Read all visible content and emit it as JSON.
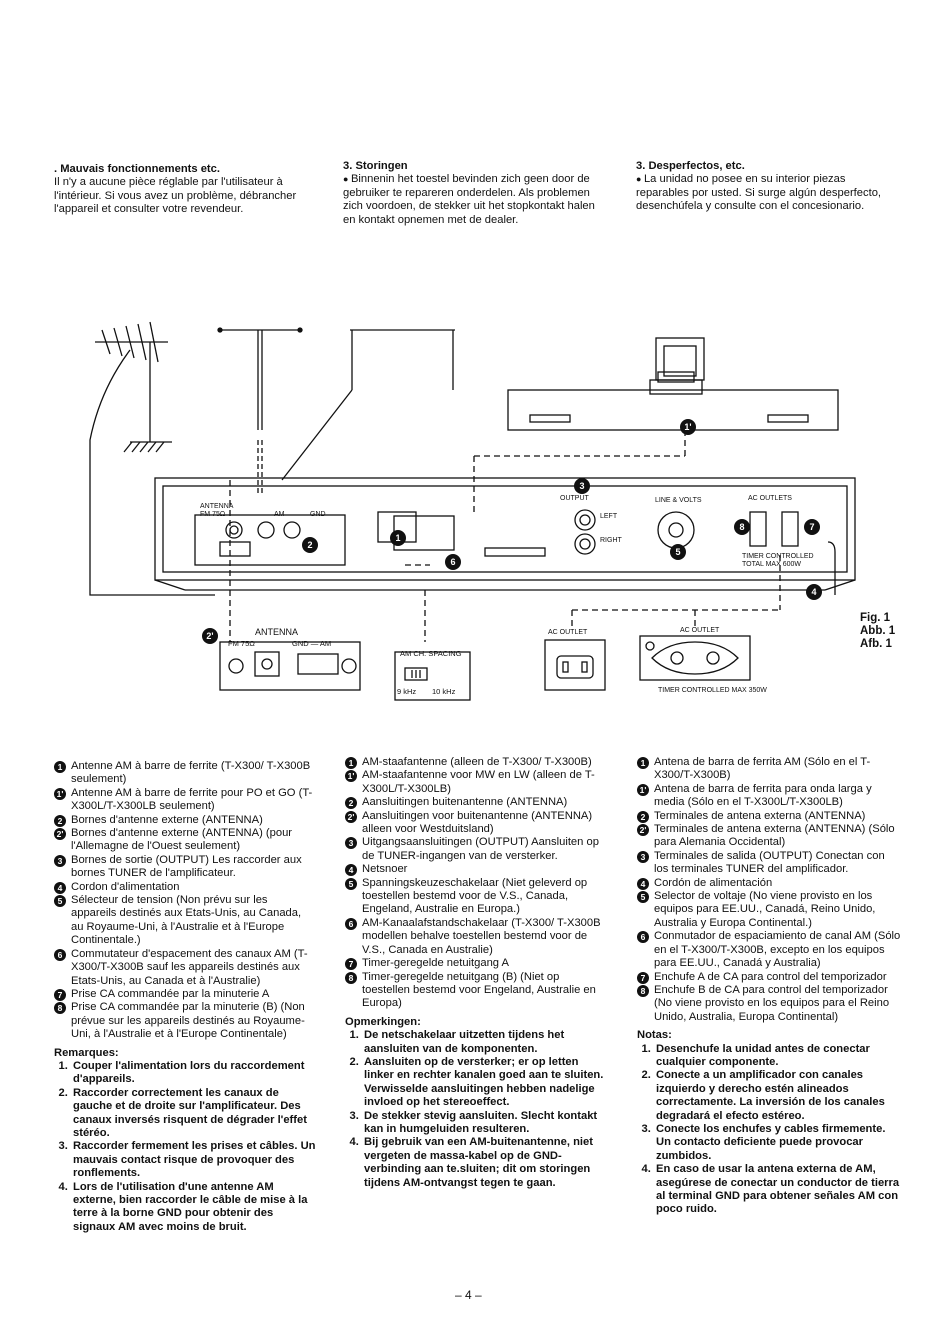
{
  "top": {
    "fr": {
      "title": "Mauvais fonctionnements etc.",
      "body": "Il n'y a aucune pièce réglable par l'utilisateur à l'intérieur. Si vous avez un problème, débrancher l'appareil et consulter votre revendeur."
    },
    "nl": {
      "title": "3. Storingen",
      "body": "Binnenin het toestel bevinden zich geen door de gebruiker te repareren onderdelen. Als problemen zich voordoen, de stekker uit het stopkontakt halen en kontakt opnemen met de dealer."
    },
    "es": {
      "title": "3. Desperfectos, etc.",
      "body": "La unidad no posee en su interior piezas reparables por usted. Si surge algún desperfecto, desenchúfela y consulte con el concesionario."
    }
  },
  "figure": {
    "labels": [
      "Fig. 1",
      "Abb. 1",
      "Afb. 1"
    ],
    "antenna": "ANTENNA",
    "fm": "FM 75Ω",
    "gnd_am": "GND — AM",
    "am": "AM",
    "gnd": "GND",
    "output": "OUTPUT",
    "left": "LEFT",
    "right": "RIGHT",
    "line_volts": "LINE & VOLTS",
    "ac_outlets": "AC OUTLETS",
    "timer_controlled": "TIMER CONTROLLED",
    "total_max": "TOTAL MAX 600W",
    "am_ch_spacing": "AM CH. SPACING",
    "khz9": "9 kHz",
    "khz10": "10 kHz",
    "ac_outlet": "AC OUTLET",
    "timer_max": "TIMER CONTROLLED MAX 350W",
    "n1": "1",
    "n1p": "1'",
    "n2": "2",
    "n2p": "2'",
    "n3": "3",
    "n4": "4",
    "n5": "5",
    "n6": "6",
    "n7": "7",
    "n8": "8"
  },
  "fr": {
    "items": [
      {
        "n": "1",
        "text": "Antenne AM à barre de ferrite (T-X300/ T-X300B seulement)"
      },
      {
        "n": "1'",
        "text": "Antenne AM à barre de ferrite pour PO et GO (T-X300L/T-X300LB seulement)"
      },
      {
        "n": "2",
        "text": "Bornes d'antenne externe (ANTENNA)"
      },
      {
        "n": "2'",
        "text": "Bornes d'antenne externe (ANTENNA) (pour l'Allemagne de l'Ouest seulement)"
      },
      {
        "n": "3",
        "text": "Bornes de sortie (OUTPUT) Les raccorder aux bornes TUNER de l'amplificateur."
      },
      {
        "n": "4",
        "text": "Cordon d'alimentation"
      },
      {
        "n": "5",
        "text": "Sélecteur de tension (Non prévu sur les appareils destinés aux Etats-Unis, au Canada, au Royaume-Uni, à l'Australie et à l'Europe Continentale.)"
      },
      {
        "n": "6",
        "text": "Commutateur d'espacement des canaux AM (T-X300/T-X300B sauf les appareils destinés aux Etats-Unis, au Canada et à l'Australie)"
      },
      {
        "n": "7",
        "text": "Prise CA commandée par la minuterie A"
      },
      {
        "n": "8",
        "text": "Prise CA commandée par la minuterie (B) (Non prévue sur les appareils destinés au Royaume-Uni, à l'Australie et à l'Europe Continentale)"
      }
    ],
    "remarks_title": "Remarques:",
    "remarks": [
      "Couper l'alimentation lors du raccordement d'appareils.",
      "Raccorder correctement les canaux de gauche et de droite sur l'amplificateur. Des canaux inversés risquent de dégrader l'effet stéréo.",
      "Raccorder fermement les prises et câbles. Un mauvais contact risque de provoquer des ronflements.",
      "Lors de l'utilisation d'une antenne AM externe, bien raccorder le câble de mise à la terre à la borne GND pour obtenir des signaux AM avec moins de bruit."
    ]
  },
  "nl": {
    "items": [
      {
        "n": "1",
        "text": "AM-staafantenne (alleen de T-X300/ T-X300B)"
      },
      {
        "n": "1'",
        "text": "AM-staafantenne voor MW en LW (alleen de T-X300L/T-X300LB)"
      },
      {
        "n": "2",
        "text": "Aansluitingen buitenantenne (ANTENNA)"
      },
      {
        "n": "2'",
        "text": "Aansluitingen voor buitenantenne (ANTENNA) alleen voor Westduitsland)"
      },
      {
        "n": "3",
        "text": "Uitgangsaansluitingen (OUTPUT) Aansluiten op de TUNER-ingangen van de versterker."
      },
      {
        "n": "4",
        "text": "Netsnoer"
      },
      {
        "n": "5",
        "text": "Spanningskeuzeschakelaar (Niet geleverd op toestellen bestemd voor de V.S., Canada, Engeland, Australie en Europa.)"
      },
      {
        "n": "6",
        "text": "AM-Kanaalafstandschakelaar (T-X300/ T-X300B modellen behalve toestellen bestemd voor de V.S., Canada en Australie)"
      },
      {
        "n": "7",
        "text": "Timer-geregelde netuitgang A"
      },
      {
        "n": "8",
        "text": "Timer-geregelde netuitgang (B) (Niet op toestellen bestemd voor Engeland, Australie en Europa)"
      }
    ],
    "remarks_title": "Opmerkingen:",
    "remarks": [
      "De netschakelaar uitzetten tijdens het aansluiten van de komponenten.",
      "Aansluiten op de versterker; er op letten linker en rechter kanalen goed aan te sluiten. Verwisselde aansluitingen hebben nadelige invloed op het stereoeffect.",
      "De stekker stevig aansluiten. Slecht kontakt kan in humgeluiden resulteren.",
      "Bij gebruik van een AM-buitenantenne, niet vergeten de massa-kabel op de GND-verbinding aan te.sluiten; dit om storingen tijdens AM-ontvangst tegen te gaan."
    ]
  },
  "es": {
    "items": [
      {
        "n": "1",
        "text": "Antena de barra de ferrita AM (Sólo en el T-X300/T-X300B)"
      },
      {
        "n": "1'",
        "text": "Antena de barra de ferrita para onda larga y media (Sólo en el T-X300L/T-X300LB)"
      },
      {
        "n": "2",
        "text": "Terminales de antena externa (ANTENNA)"
      },
      {
        "n": "2'",
        "text": "Terminales de antena externa (ANTENNA) (Sólo para Alemania Occidental)"
      },
      {
        "n": "3",
        "text": "Terminales de salida (OUTPUT) Conectan con los terminales TUNER del amplificador."
      },
      {
        "n": "4",
        "text": "Cordón de alimentación"
      },
      {
        "n": "5",
        "text": "Selector de voltaje (No viene provisto en los equipos para EE.UU., Canadá, Reino Unido, Australia y Europa Continental.)"
      },
      {
        "n": "6",
        "text": "Conmutador de espaciamiento de canal AM (Sólo en el T-X300/T-X300B, excepto en los equipos para EE.UU., Canadá y Australia)"
      },
      {
        "n": "7",
        "text": "Enchufe A de CA para control del temporizador"
      },
      {
        "n": "8",
        "text": "Enchufe B de CA para control del temporizador (No viene provisto en los equipos para el Reino Unido, Australia, Europa Continental)"
      }
    ],
    "remarks_title": "Notas:",
    "remarks": [
      "Desenchufe la unidad antes de conectar cualquier componente.",
      "Conecte a un amplificador con canales izquierdo y derecho estén alineados correctamente. La inversión de los canales degradará el efecto estéreo.",
      "Conecte los enchufes y cables firmemente. Un contacto deficiente puede provocar zumbidos.",
      "En caso de usar la antena externa de AM, asegúrese de conectar un conductor de tierra al terminal GND para obtener señales AM con poco ruido."
    ]
  },
  "page_number": "– 4 –"
}
